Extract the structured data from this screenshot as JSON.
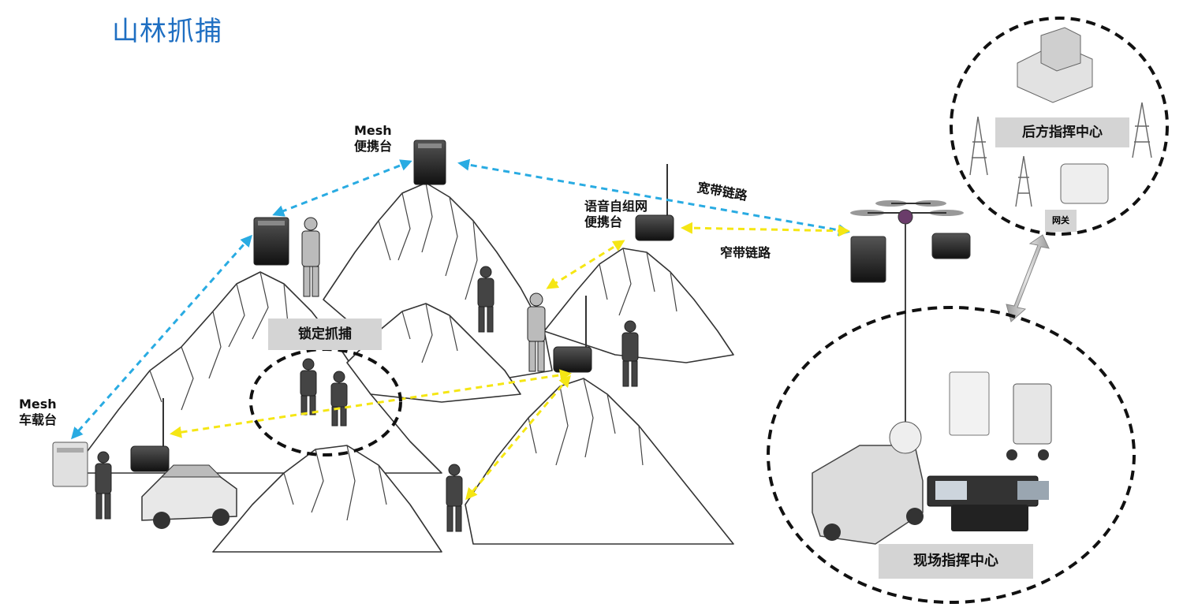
{
  "page": {
    "title": "山林抓捕"
  },
  "labels": {
    "mesh_portable_top_1": "Mesh",
    "mesh_portable_top_2": "便携台",
    "mesh_vehicle_1": "Mesh",
    "mesh_vehicle_2": "车载台",
    "voice_adhoc_1": "语音自组网",
    "voice_adhoc_2": "便携台",
    "broadband_link": "宽带链路",
    "narrowband_link": "窄带链路",
    "lock_capture": "锁定抓捕",
    "rear_command_center": "后方指挥中心",
    "gateway": "网关",
    "field_command_center": "现场指挥中心"
  },
  "colors": {
    "title": "#1f6fc2",
    "broadband_link": "#29abe2",
    "narrowband_link": "#f5e614",
    "label_box": "#d4d4d4",
    "circle": "#111111"
  }
}
